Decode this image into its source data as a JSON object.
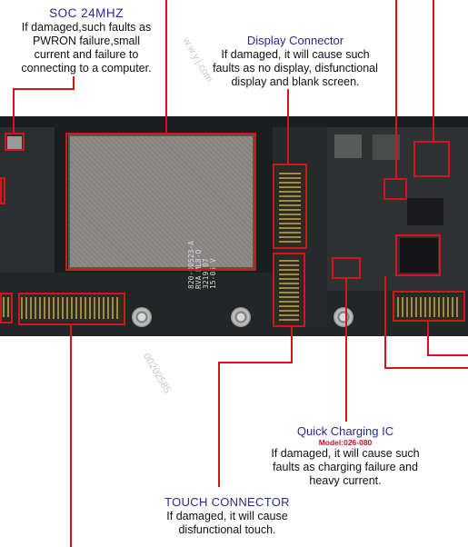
{
  "soc_label": {
    "title": "SOC 24MHZ",
    "lines": [
      "If damaged,such faults as",
      "PWRON failure,small",
      "current and failure to",
      "connecting to a computer."
    ]
  },
  "display_label": {
    "title": "Display  Connector",
    "lines": [
      "If damaged, it will cause such",
      "faults as no display, disfunctional",
      "display and blank screen."
    ]
  },
  "charging_label": {
    "title": "Quick Charging IC",
    "model": "Model:026-080",
    "lines": [
      "If damaged, it will cause such",
      "faults as charging failure and",
      "heavy current."
    ]
  },
  "touch_label": {
    "title": "TOUCH  CONNECTOR",
    "lines": [
      "If damaged, it will cause",
      "disfunctional touch."
    ]
  },
  "board_silk": {
    "part_number": "820-00523-A",
    "line2": "RVA  ML8-Q",
    "line3": "3219 07",
    "line4": "15-05  V"
  },
  "watermark": {
    "a": "00202585",
    "b": "w.w.y.j.com"
  },
  "colors": {
    "accent_red": "#d7141a",
    "title_blue": "#2a2a8c"
  }
}
